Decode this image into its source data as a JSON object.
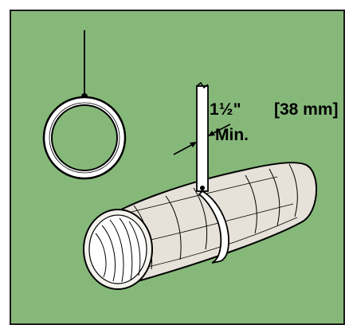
{
  "annotation": {
    "width_label": "1½\"",
    "metric_label": "[38 mm]",
    "min_label": "Min."
  },
  "colors": {
    "background": "#86b87a",
    "outline": "#000000",
    "duct_fill": "#e6e2d9",
    "strap_fill": "#ffffff"
  },
  "icons": [
    "hanger-ring-icon",
    "hanger-strap-icon",
    "flex-duct-icon",
    "dimension-arrow-icon"
  ]
}
